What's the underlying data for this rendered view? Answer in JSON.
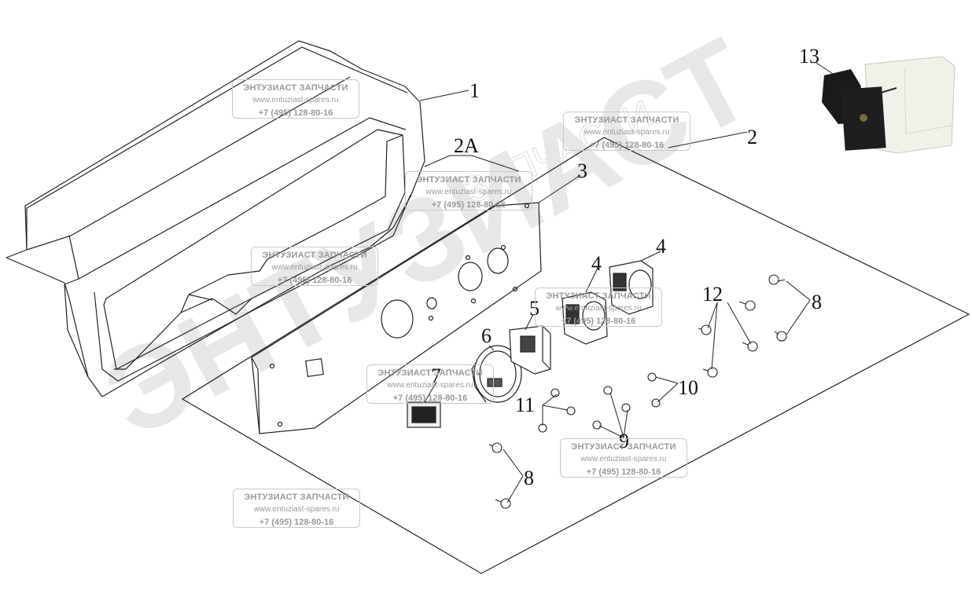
{
  "diagram": {
    "callouts": [
      {
        "id": "c1",
        "text": "1"
      },
      {
        "id": "c2",
        "text": "2"
      },
      {
        "id": "c2a",
        "text": "2A"
      },
      {
        "id": "c3",
        "text": "3"
      },
      {
        "id": "c4a",
        "text": "4"
      },
      {
        "id": "c4b",
        "text": "4"
      },
      {
        "id": "c5",
        "text": "5"
      },
      {
        "id": "c6",
        "text": "6"
      },
      {
        "id": "c7",
        "text": "7"
      },
      {
        "id": "c8a",
        "text": "8"
      },
      {
        "id": "c8b",
        "text": "8"
      },
      {
        "id": "c9",
        "text": "9"
      },
      {
        "id": "c10",
        "text": "10"
      },
      {
        "id": "c11",
        "text": "11"
      },
      {
        "id": "c12",
        "text": "12"
      },
      {
        "id": "c13",
        "text": "13"
      }
    ]
  },
  "watermark": {
    "big_text": "ЭНТУЗИАСТ",
    "arc_text": "ЗАПЧАСТИ",
    "registered": "®",
    "name": "ЭНТУЗИАСТ ЗАПЧАСТИ",
    "site": "www.entuziast-spares.ru",
    "phone": "+7 (495) 128-80-16"
  },
  "colors": {
    "line": "#222222",
    "watermark_gray": "#d8d8d8",
    "photo_dark": "#1a1a1a",
    "photo_light": "#f1f1ea"
  }
}
